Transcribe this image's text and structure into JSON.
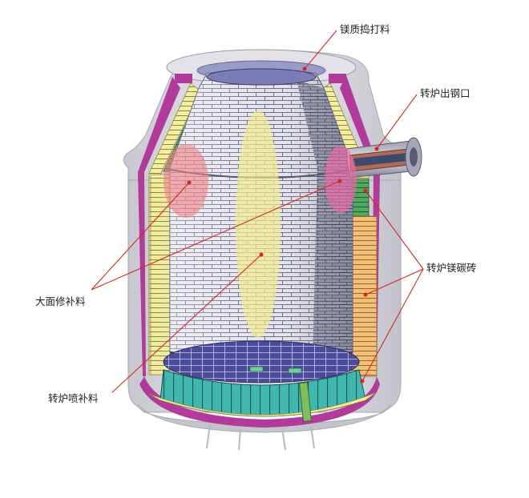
{
  "labels": {
    "magnesia_ramming": "镁质捣打料",
    "tap_hole": "转炉出钢口",
    "large_surface_repair": "大面修补料",
    "mgo_c_brick": "转炉镁碳砖",
    "gunning_mix": "转炉喷补料"
  },
  "colors": {
    "leader": "#d8261c",
    "shell": "#d9d9de",
    "shell_edge": "#a9a9b2",
    "magenta_lining": "#b23a9a",
    "yellow_lining": "#f1ec9a",
    "green_lining": "#4fa35a",
    "orange_lining": "#f2b86a",
    "teal_bottom": "#3fb8b0",
    "brick": "#dedee6",
    "brick_dark": "#55557a",
    "red_zone": "#f08080",
    "pink_zone": "#f06aa8",
    "yellow_zone": "#f4ec8c",
    "taphole": "#b06a5a"
  }
}
